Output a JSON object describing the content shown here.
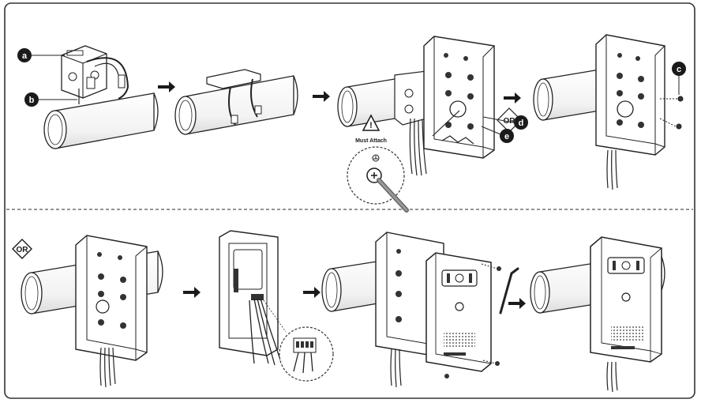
{
  "callouts": {
    "a": "a",
    "b": "b",
    "c": "c",
    "d": "d",
    "e": "e"
  },
  "warning": {
    "label": "Must Attach"
  },
  "alternative": {
    "or_top": "OR",
    "or_badge": "OR"
  },
  "colors": {
    "frame_stroke": "#333333",
    "ink": "#1a1a1a",
    "callout_fill": "#1a1a1a",
    "callout_text": "#ffffff",
    "cable": "#555555",
    "divider": "#555555"
  }
}
